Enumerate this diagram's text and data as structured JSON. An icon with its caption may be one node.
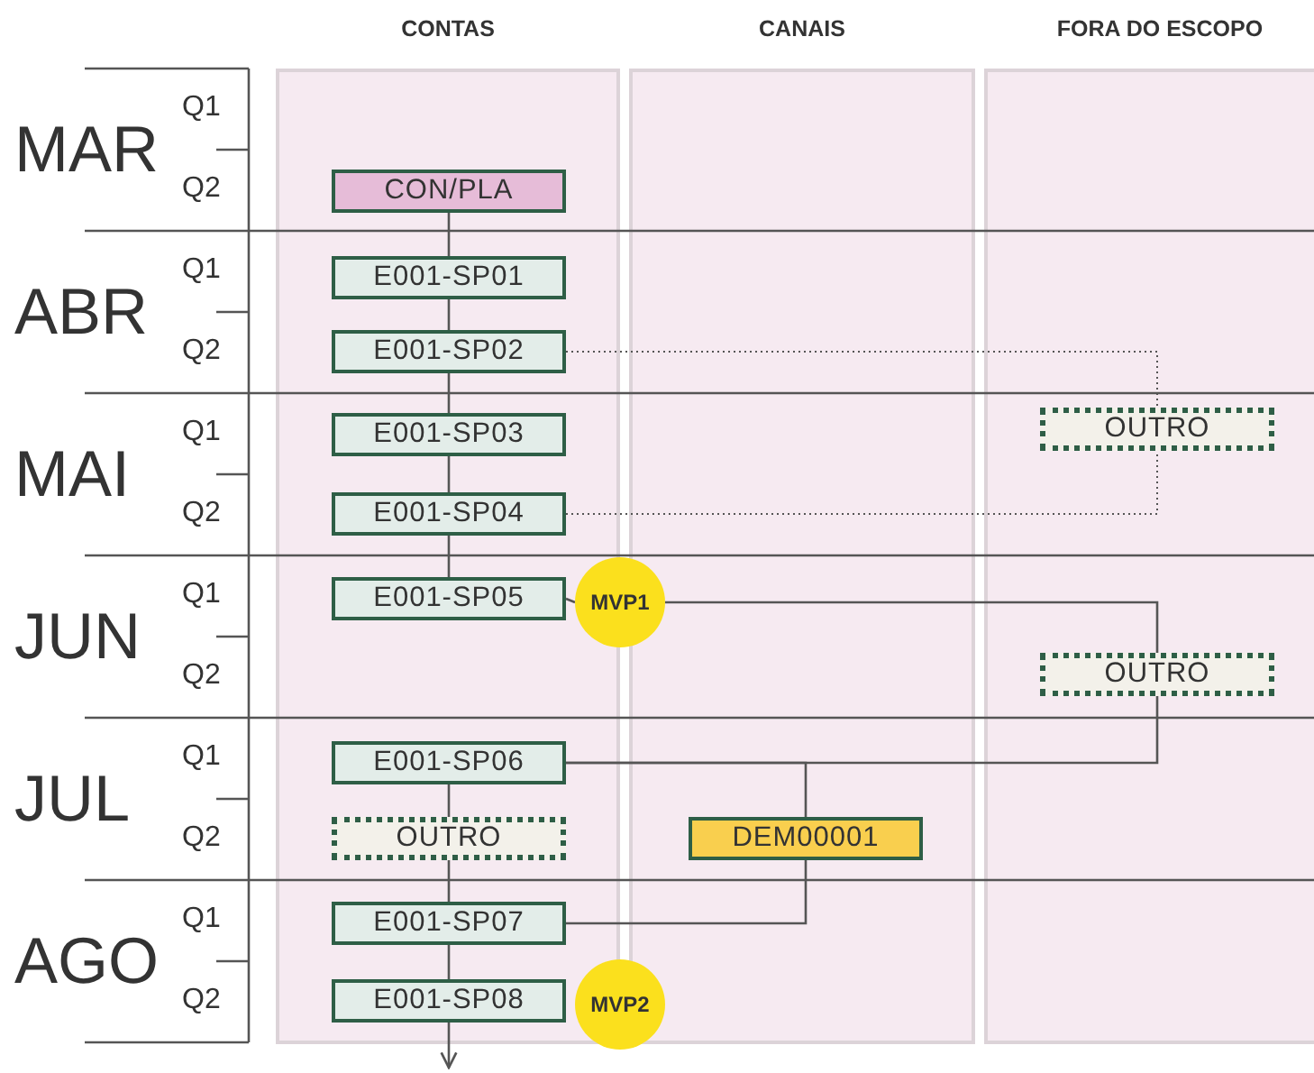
{
  "diagram": {
    "nodes": [
      {
        "text": [
          "CONTAS"
        ]
      },
      {
        "text": [
          "CANAIS"
        ]
      },
      {
        "text": [
          "FORA DO ESCOPO"
        ]
      },
      {
        "text": [
          "CON/PLA"
        ],
        "in": 0
      },
      {
        "text": [
          "E001-SP01"
        ],
        "in": 0
      },
      {
        "text": [
          "E001-SP02"
        ],
        "in": 0
      },
      {
        "text": [
          "OUTRO"
        ],
        "in": 2
      },
      {
        "text": [
          "E001-SP03"
        ],
        "in": 0
      },
      {
        "text": [
          "E001-SP04"
        ],
        "in": 0
      },
      {
        "text": [
          "E001-SP05"
        ],
        "in": 0
      },
      {
        "text": [
          "MVP1"
        ]
      },
      {
        "text": [
          "OUTRO"
        ],
        "in": 2
      },
      {
        "text": [
          "E001-SP06"
        ],
        "in": 0
      },
      {
        "text": [
          "OUTRO"
        ],
        "in": 0
      },
      {
        "text": [
          "DEM00001"
        ],
        "in": 1
      },
      {
        "text": [
          "E001-SP07"
        ],
        "in": 0
      },
      {
        "text": [
          "E001-SP08"
        ],
        "in": 0
      },
      {
        "text": [
          "MVP2"
        ]
      }
    ],
    "edges": [
      {
        "from": 3,
        "to": 4,
        "arrow": "none"
      },
      {
        "from": 4,
        "to": 5,
        "arrow": "none"
      },
      {
        "from": 5,
        "to": 7,
        "arrow": "none"
      },
      {
        "from": 5,
        "to": 6,
        "arrow": "none",
        "style": "dashed"
      },
      {
        "from": 7,
        "to": 8,
        "arrow": "none"
      },
      {
        "from": 8,
        "to": 6,
        "arrow": "none",
        "style": "dashed"
      },
      {
        "from": 8,
        "to": 9,
        "arrow": "none"
      },
      {
        "from": 9,
        "to": 10,
        "arrow": "none"
      },
      {
        "from": 10,
        "to": 11,
        "arrow": "none"
      },
      {
        "from": 11,
        "to": 12,
        "arrow": "none"
      },
      {
        "from": 12,
        "to": 14,
        "arrow": "none"
      },
      {
        "from": 12,
        "to": 13,
        "arrow": "none"
      },
      {
        "from": 13,
        "to": 15,
        "arrow": "none"
      },
      {
        "from": 14,
        "to": 15,
        "arrow": "none"
      },
      {
        "from": 15,
        "to": 16,
        "arrow": "none"
      },
      {
        "from": 16,
        "to": null,
        "arrow": "to"
      }
    ],
    "labels": [
      "MAR",
      "Q1",
      "Q2",
      "ABR",
      "Q1",
      "Q2",
      "MAI",
      "Q1",
      "Q2",
      "JUN",
      "Q1",
      "Q2",
      "JUL",
      "Q1",
      "Q2",
      "AGO",
      "Q1",
      "Q2"
    ]
  }
}
